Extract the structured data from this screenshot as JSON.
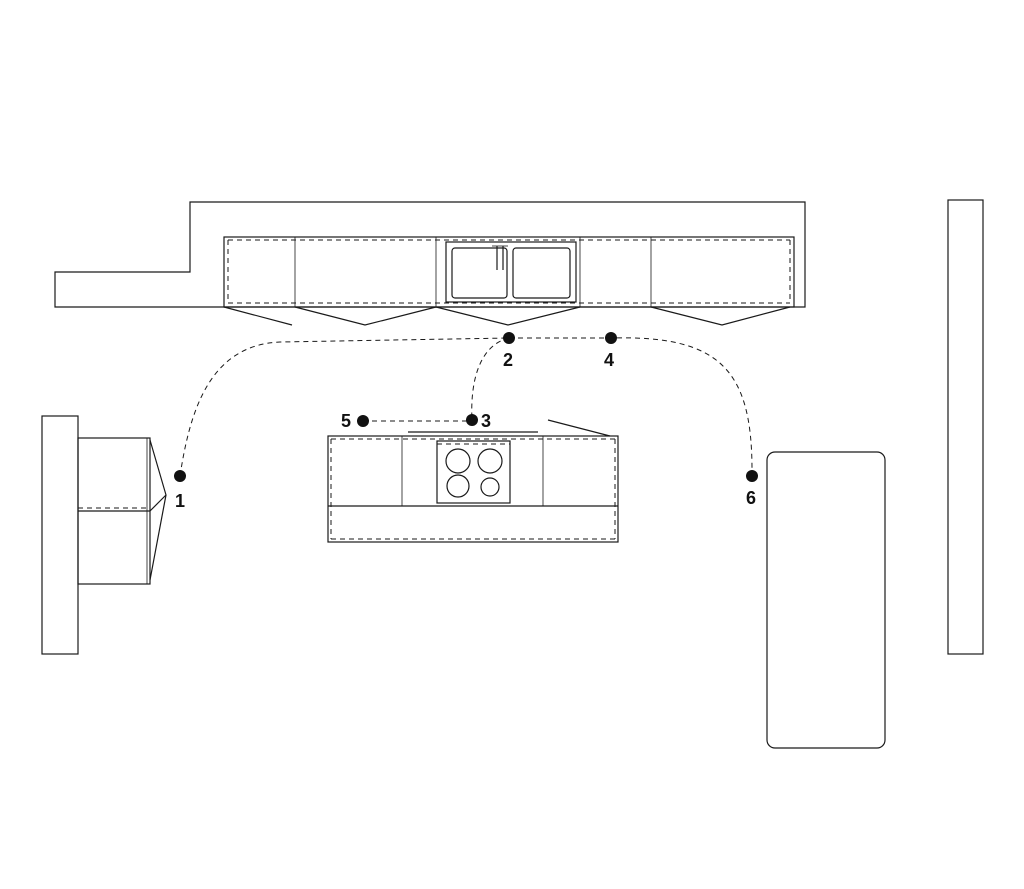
{
  "points": [
    {
      "id": "p1",
      "label": "1"
    },
    {
      "id": "p2",
      "label": "2"
    },
    {
      "id": "p3",
      "label": "3"
    },
    {
      "id": "p4",
      "label": "4"
    },
    {
      "id": "p5",
      "label": "5"
    },
    {
      "id": "p6",
      "label": "6"
    }
  ],
  "colors": {
    "line": "#1a1a1a",
    "point": "#111111",
    "background": "#ffffff"
  }
}
